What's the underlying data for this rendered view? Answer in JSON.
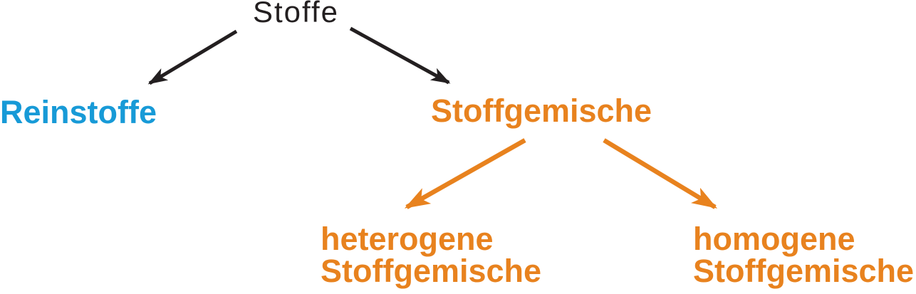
{
  "diagram": {
    "type": "tree",
    "language": "de",
    "root": {
      "label": "Stoffe"
    },
    "children": [
      {
        "id": "reinstoffe",
        "label": "Reinstoffe",
        "parent": "Stoffe"
      },
      {
        "id": "stoffgemische",
        "label": "Stoffgemische",
        "parent": "Stoffe"
      }
    ],
    "grandchildren": [
      {
        "id": "heterogene",
        "line1": "heterogene",
        "line2": "Stoffgemische",
        "parent": "Stoffgemische"
      },
      {
        "id": "homogene",
        "line1": "homogene",
        "line2": "Stoffgemische",
        "parent": "Stoffgemische"
      }
    ]
  },
  "colors": {
    "ink": "#231F20",
    "blue": "#179AD7",
    "orange": "#E8821E",
    "bg": "#FFFFFF"
  }
}
